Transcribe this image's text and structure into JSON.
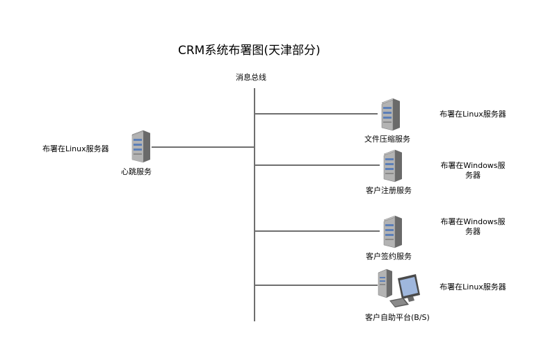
{
  "title": "CRM系统布署图(天津部分)",
  "bus": {
    "label": "消息总线"
  },
  "left_node": {
    "label": "心跳服务",
    "icon": "server-icon",
    "note": "布署在Linux服务器"
  },
  "nodes": [
    {
      "label": "文件压缩服务",
      "icon": "server-icon",
      "note_line1": "布署在Linux服务器",
      "note_line2": ""
    },
    {
      "label": "客户注册服务",
      "icon": "server-icon",
      "note_line1": "布署在Windows服",
      "note_line2": "务器"
    },
    {
      "label": "客户签约服务",
      "icon": "server-icon",
      "note_line1": "布署在Windows服",
      "note_line2": "务器"
    },
    {
      "label": "客户自助平台(B/S)",
      "icon": "workstation-icon",
      "note_line1": "布署在Linux服务器",
      "note_line2": ""
    }
  ],
  "colors": {
    "line": "#6e6e6e",
    "server_dark": "#555555",
    "server_light": "#b8b8b8",
    "accent": "#8aa9d6"
  }
}
